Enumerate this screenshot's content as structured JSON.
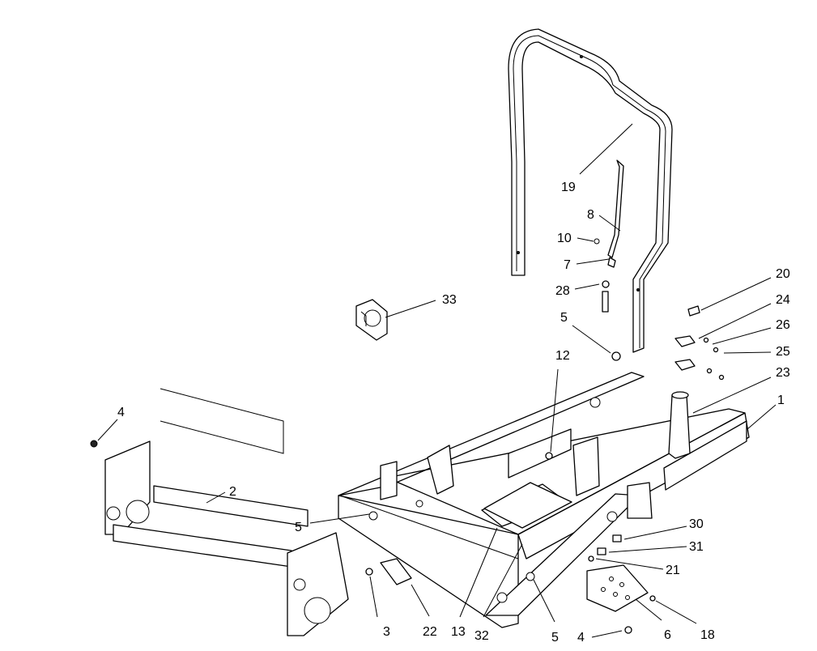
{
  "callouts": [
    {
      "id": "c19",
      "label": "19"
    },
    {
      "id": "c8",
      "label": "8"
    },
    {
      "id": "c10",
      "label": "10"
    },
    {
      "id": "c7",
      "label": "7"
    },
    {
      "id": "c28",
      "label": "28"
    },
    {
      "id": "c20",
      "label": "20"
    },
    {
      "id": "c24",
      "label": "24"
    },
    {
      "id": "c26",
      "label": "26"
    },
    {
      "id": "c25",
      "label": "25"
    },
    {
      "id": "c23",
      "label": "23"
    },
    {
      "id": "c33",
      "label": "33"
    },
    {
      "id": "c5a",
      "label": "5"
    },
    {
      "id": "c12",
      "label": "12"
    },
    {
      "id": "c1",
      "label": "1"
    },
    {
      "id": "c4a",
      "label": "4"
    },
    {
      "id": "c2",
      "label": "2"
    },
    {
      "id": "c5b",
      "label": "5"
    },
    {
      "id": "c30",
      "label": "30"
    },
    {
      "id": "c31",
      "label": "31"
    },
    {
      "id": "c21",
      "label": "21"
    },
    {
      "id": "c3",
      "label": "3"
    },
    {
      "id": "c22",
      "label": "22"
    },
    {
      "id": "c13",
      "label": "13"
    },
    {
      "id": "c32",
      "label": "32"
    },
    {
      "id": "c5c",
      "label": "5"
    },
    {
      "id": "c4b",
      "label": "4"
    },
    {
      "id": "c6",
      "label": "6"
    },
    {
      "id": "c18",
      "label": "18"
    }
  ]
}
